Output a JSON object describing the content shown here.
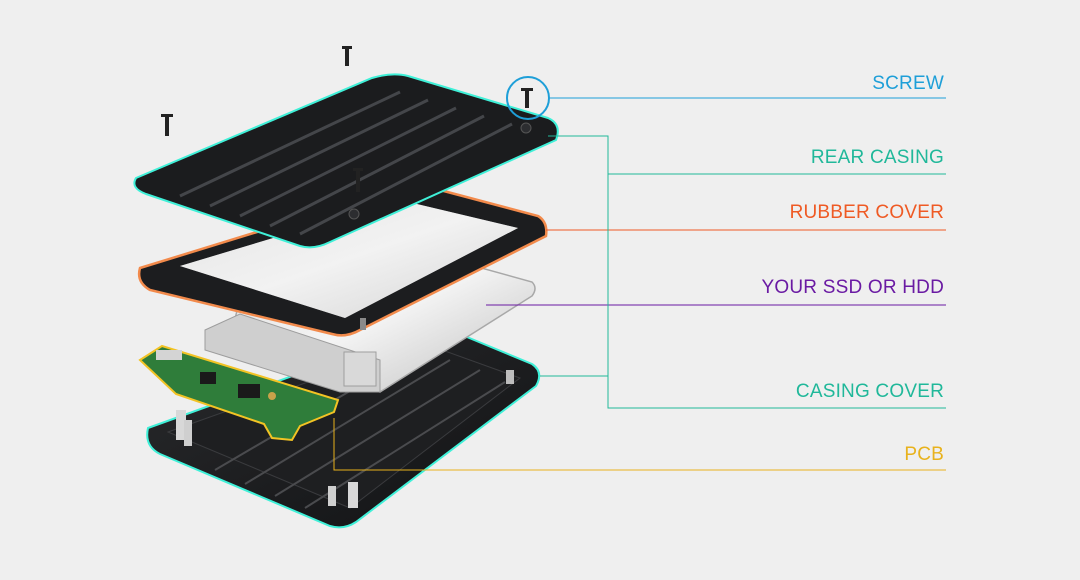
{
  "labels": {
    "screw": "SCREW",
    "rear_casing": "REAR CASING",
    "rubber_cover": "RUBBER COVER",
    "drive": "YOUR SSD OR HDD",
    "casing_cover": "CASING COVER",
    "pcb": "PCB"
  },
  "colors": {
    "background": "#efefef",
    "screw": "#1e9fd8",
    "rear_casing": "#20b89a",
    "rubber_cover": "#ef5a24",
    "drive": "#6a1aa3",
    "casing_cover": "#20b89a",
    "pcb": "#e8b21c",
    "casing_body": "#1b1c1e",
    "pcb_board": "#2f7d3a"
  }
}
